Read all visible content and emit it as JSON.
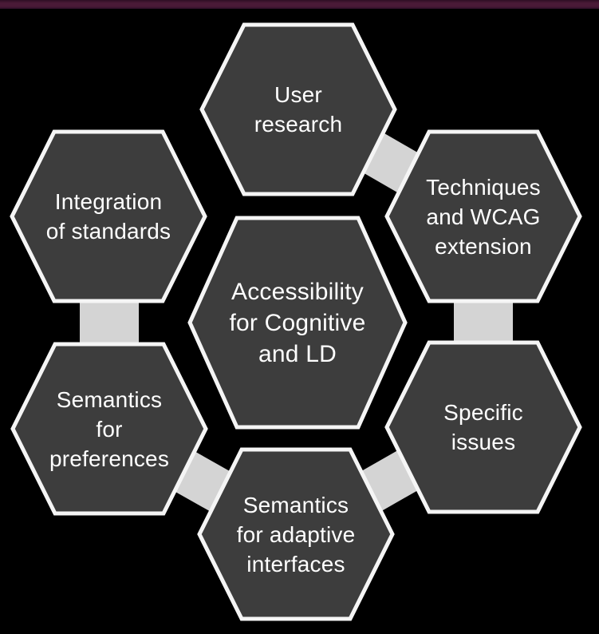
{
  "window": {
    "top_bar_color": "#4a1a37",
    "background_color": "#000000"
  },
  "diagram": {
    "type": "hexagon-cluster",
    "colors": {
      "hex_fill": "#3d3d3d",
      "hex_border": "#f5f5f5",
      "connector": "#d4d4d4",
      "text": "#ffffff"
    },
    "center": {
      "id": "accessibility-cognitive-ld",
      "label": "Accessibility\nfor Cognitive\nand LD"
    },
    "nodes": [
      {
        "id": "user-research",
        "label": "User\nresearch"
      },
      {
        "id": "techniques-wcag-extension",
        "label": "Techniques\nand WCAG\nextension"
      },
      {
        "id": "specific-issues",
        "label": "Specific\nissues"
      },
      {
        "id": "semantics-adaptive-interfaces",
        "label": "Semantics\nfor adaptive\ninterfaces"
      },
      {
        "id": "semantics-preferences",
        "label": "Semantics\nfor\npreferences"
      },
      {
        "id": "integration-standards",
        "label": "Integration\nof standards"
      }
    ],
    "connections": [
      {
        "from": "user-research",
        "to": "techniques-wcag-extension"
      },
      {
        "from": "techniques-wcag-extension",
        "to": "specific-issues"
      },
      {
        "from": "specific-issues",
        "to": "semantics-adaptive-interfaces"
      },
      {
        "from": "semantics-adaptive-interfaces",
        "to": "semantics-preferences"
      },
      {
        "from": "semantics-preferences",
        "to": "integration-standards"
      }
    ]
  }
}
